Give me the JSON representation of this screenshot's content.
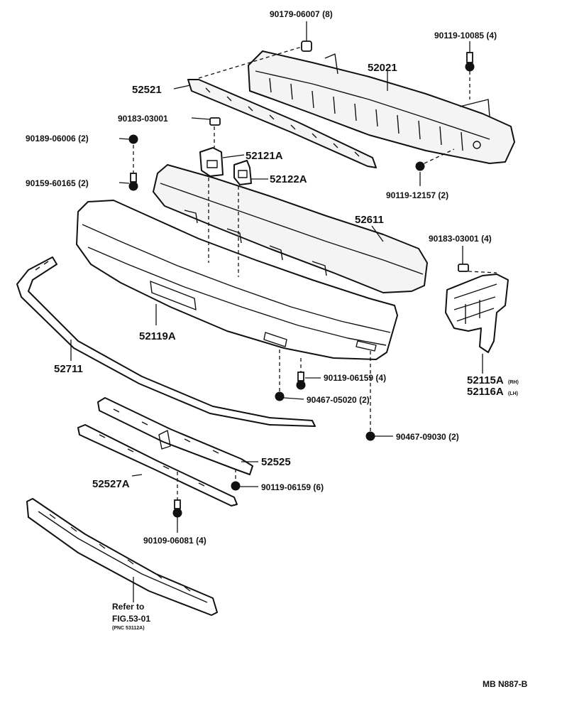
{
  "labels": {
    "p90179_06007": "90179-06007 (8)",
    "p90119_10085": "90119-10085 (4)",
    "p52021": "52021",
    "p52521": "52521",
    "p90183_03001_top": "90183-03001",
    "p90189_06006": "90189-06006 (2)",
    "p52121A": "52121A",
    "p52122A": "52122A",
    "p90159_60165": "90159-60165 (2)",
    "p90119_12157": "90119-12157 (2)",
    "p52611": "52611",
    "p90183_03001_right": "90183-03001 (4)",
    "p52119A": "52119A",
    "p52711": "52711",
    "p52115A": "52115A",
    "p52115A_side": "(RH)",
    "p52116A": "52116A",
    "p52116A_side": "(LH)",
    "p90119_06159_4": "90119-06159 (4)",
    "p90467_05020": "90467-05020 (2)",
    "p90467_09030": "90467-09030 (2)",
    "p52525": "52525",
    "p52527A": "52527A",
    "p90119_06159_6": "90119-06159 (6)",
    "p90109_06081": "90109-06081 (4)",
    "refer_line1": "Refer to",
    "refer_line2": "FIG.53-01",
    "refer_line3": "(PNC 53112A)",
    "drawing_code": "MB N887-B"
  },
  "icons": {
    "bolt": "bolt-icon",
    "nut": "nut-icon",
    "clip": "clip-icon"
  }
}
